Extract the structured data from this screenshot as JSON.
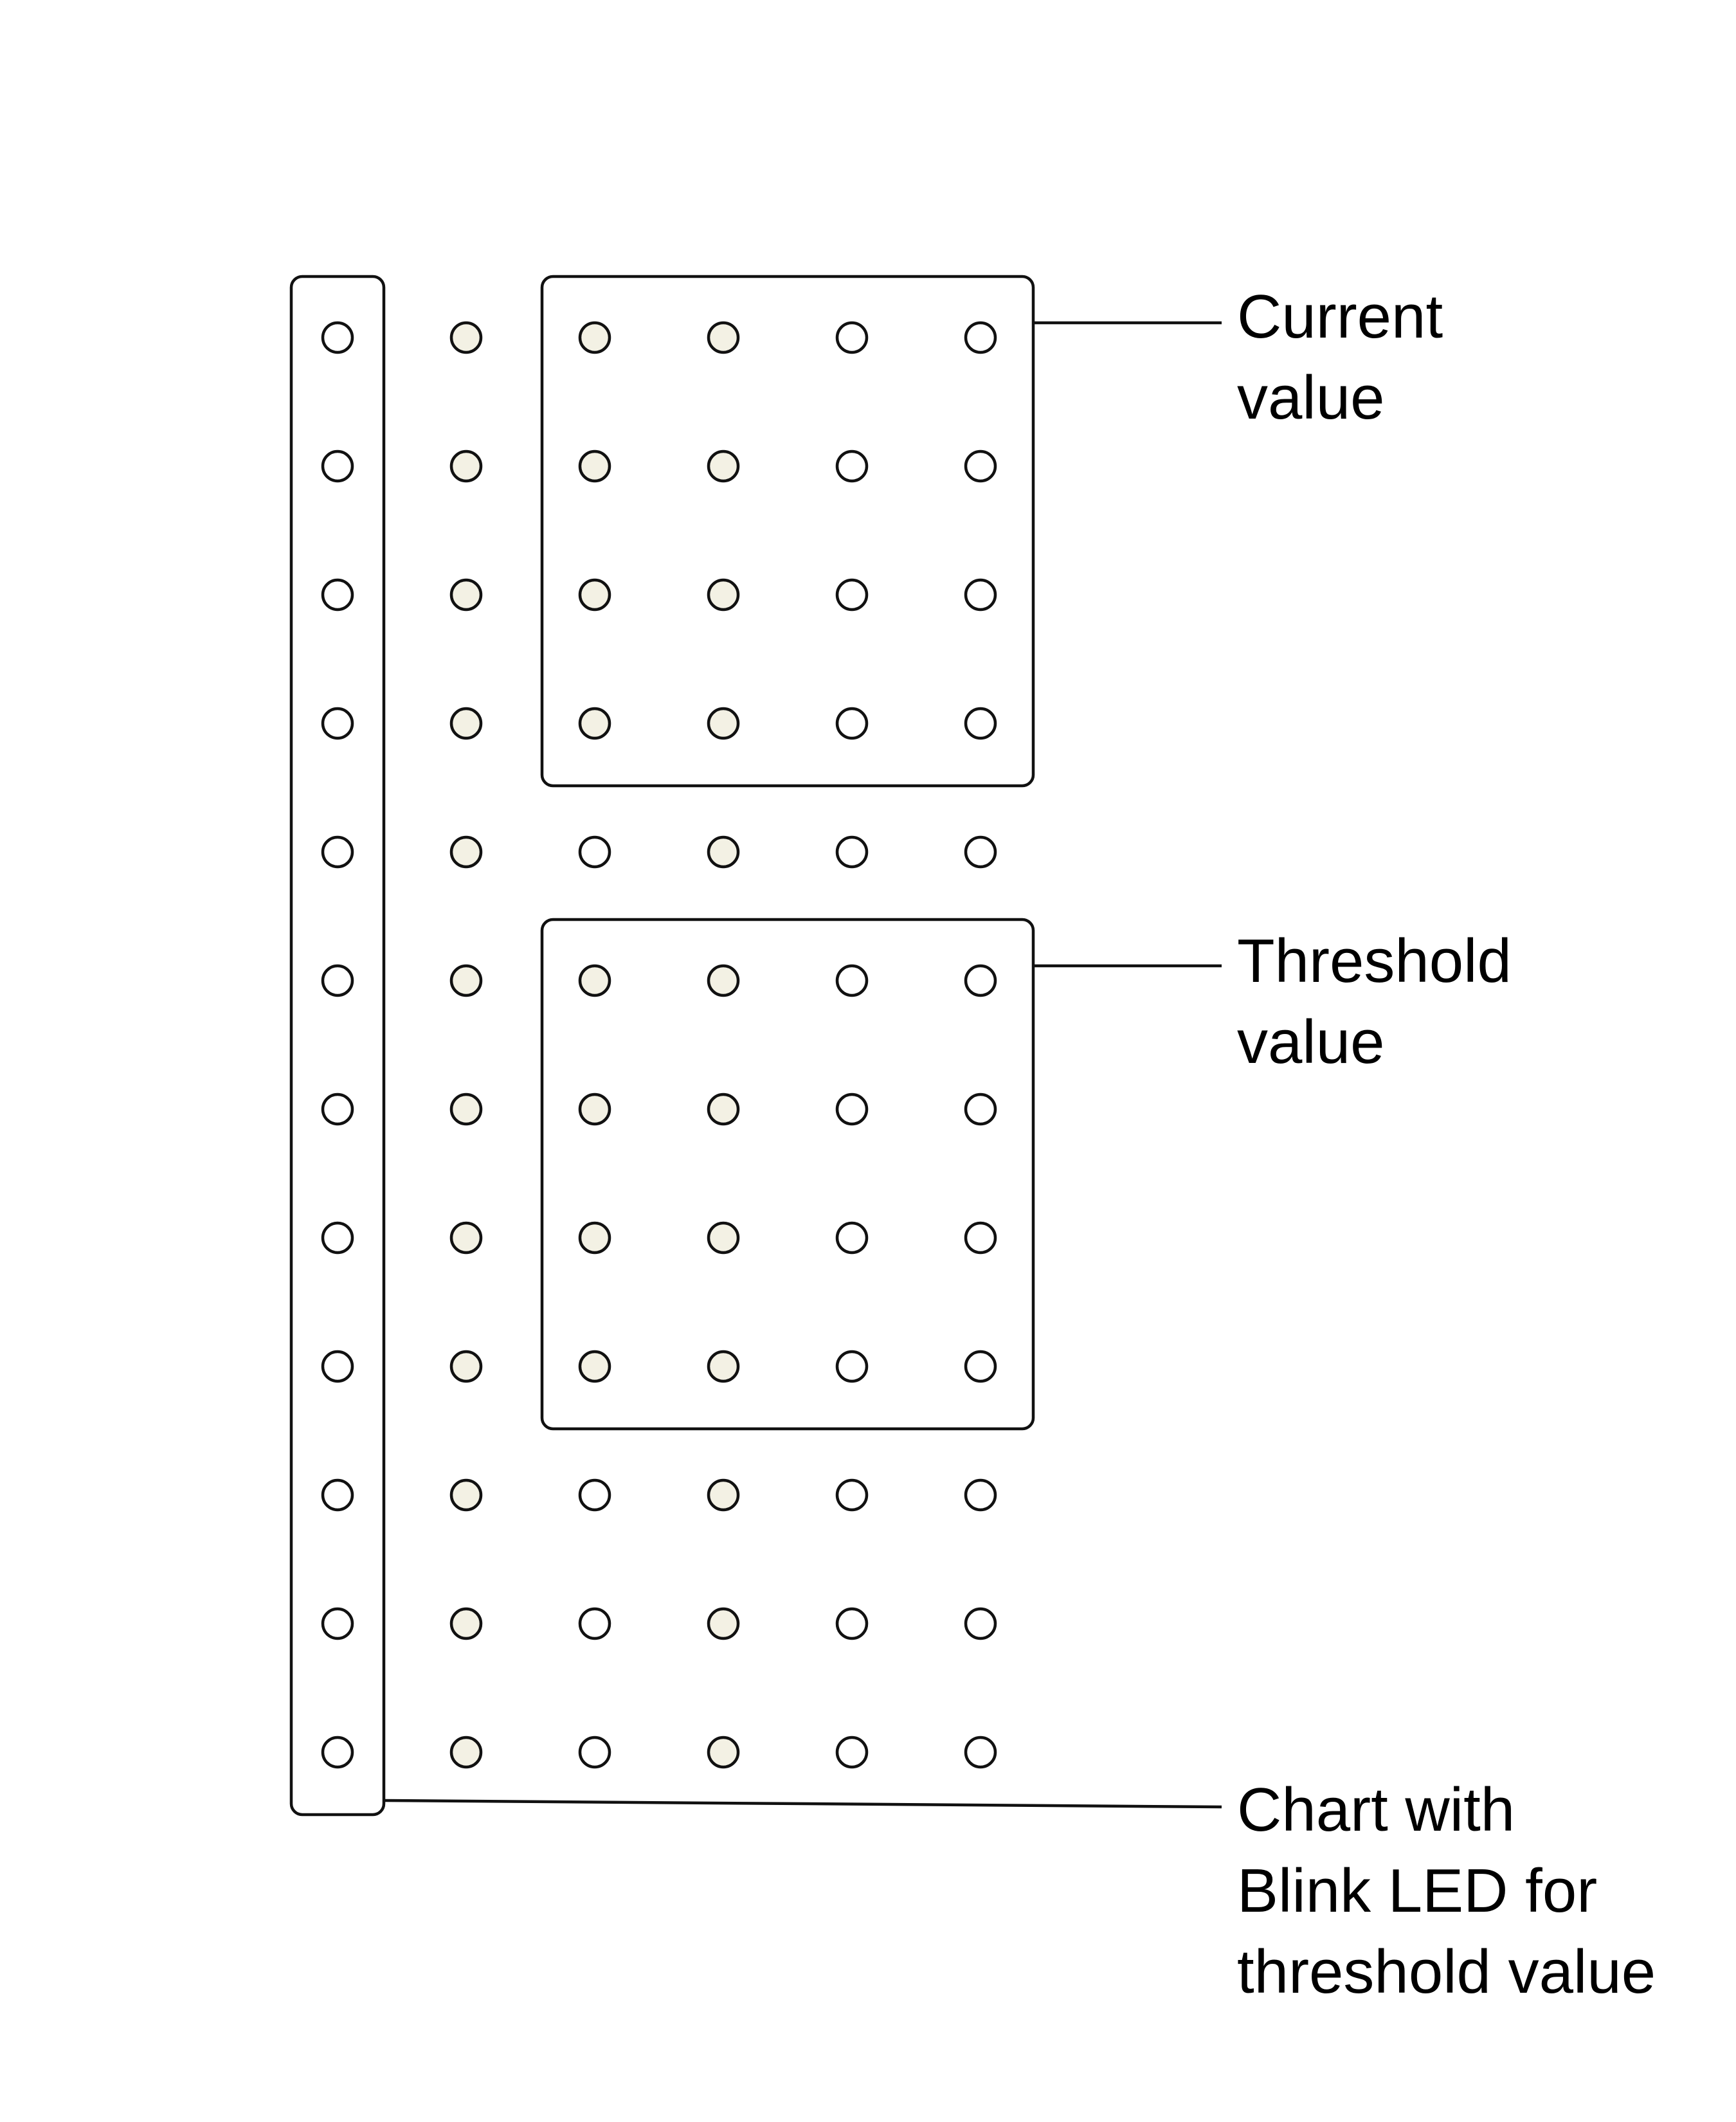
{
  "diagram": {
    "grid": {
      "rows": 12,
      "columns": 6
    },
    "colors": {
      "background": "#ffffff",
      "outline": "#111111",
      "led_unlit": "#ffffff",
      "led_dim": "#f3f1e4"
    },
    "groups": [
      {
        "id": "current",
        "rows": [
          1,
          4
        ],
        "columns": [
          3,
          6
        ]
      },
      {
        "id": "threshold",
        "rows": [
          6,
          9
        ],
        "columns": [
          3,
          6
        ]
      },
      {
        "id": "chart",
        "rows": [
          1,
          12
        ],
        "columns": [
          1,
          1
        ]
      }
    ],
    "labels": {
      "current": {
        "line1": "Current",
        "line2": "value"
      },
      "threshold": {
        "line1": "Threshold",
        "line2": "value"
      },
      "chart": {
        "line1": "Chart with",
        "line2": "Blink LED for",
        "line3": "threshold value"
      }
    }
  }
}
